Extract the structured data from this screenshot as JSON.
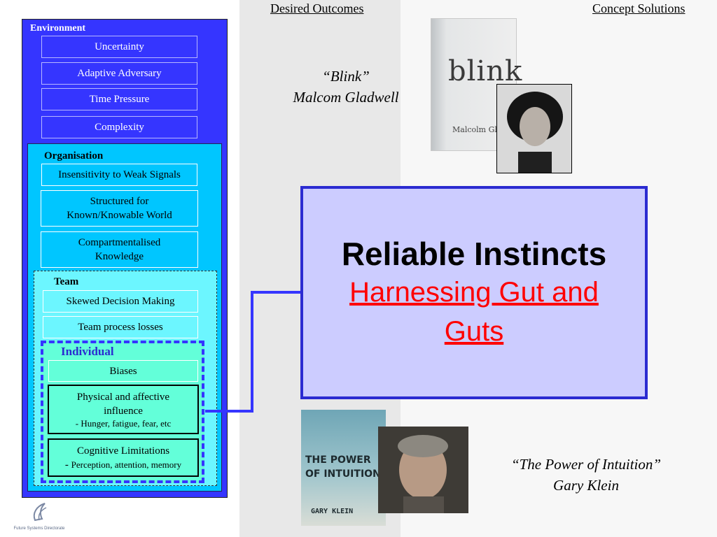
{
  "headers": {
    "desired": "Desired Outcomes",
    "concept": "Concept Solutions"
  },
  "environment": {
    "label": "Environment",
    "items": [
      "Uncertainty",
      "Adaptive Adversary",
      "Time Pressure",
      "Complexity"
    ]
  },
  "organisation": {
    "label": "Organisation",
    "items": [
      "Insensitivity to Weak Signals",
      "Structured for",
      "Known/Knowable World",
      "Compartmentalised",
      "Knowledge"
    ]
  },
  "team": {
    "label": "Team",
    "items": [
      "Skewed Decision Making",
      "Team process losses"
    ]
  },
  "individual": {
    "label": "Individual",
    "biases": "Biases",
    "physical_line1": "Physical and affective",
    "physical_line2": "influence",
    "physical_detail": "- Hunger, fatigue, fear, etc",
    "cognitive": "Cognitive Limitations",
    "cognitive_dash": "-",
    "cognitive_detail": "Perception, attention, memory"
  },
  "main": {
    "title": "Reliable Instincts",
    "subtitle_line1": "Harnessing Gut and",
    "subtitle_line2": "Guts"
  },
  "blink": {
    "quote_title": "“Blink”",
    "quote_author": "Malcom Gladwell",
    "cover_title": "blink",
    "cover_author": "Malcolm Glad"
  },
  "intuition": {
    "quote_title": "“The Power of Intuition”",
    "quote_author": "Gary Klein",
    "cover_line1": "THE POWER",
    "cover_line2": "OF INTUITION",
    "cover_author": "GARY KLEIN"
  },
  "logo": {
    "text": "Future Systems Directorate"
  },
  "colors": {
    "environment": "#3535ff",
    "organisation": "#00c6ff",
    "team": "#6cf6ff",
    "individual": "#63ffd9",
    "main_fill": "#ccccff",
    "connector": "#3535ff"
  }
}
